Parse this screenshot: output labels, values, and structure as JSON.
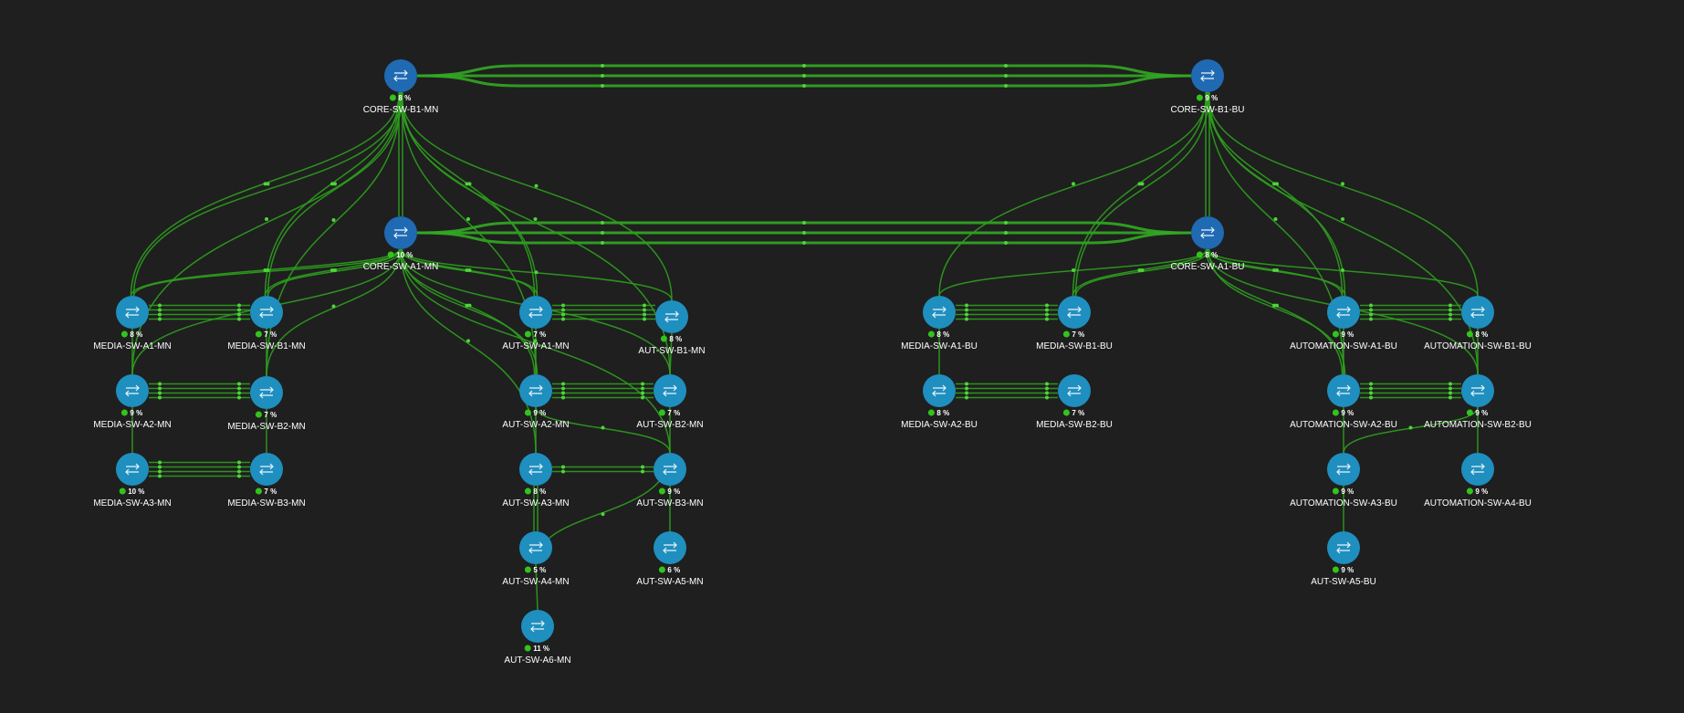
{
  "colors": {
    "background": "#1f1f1f",
    "core": "#1f6ab3",
    "access": "#1e8fbf",
    "link": "#2e9e1e",
    "status_ok": "#32c41c"
  },
  "node_icon": "switch-arrows-icon",
  "nodes": [
    {
      "id": "CORE-SW-B1-MN",
      "label": "CORE-SW-B1-MN",
      "util": "8 %",
      "kind": "core"
    },
    {
      "id": "CORE-SW-B1-BU",
      "label": "CORE-SW-B1-BU",
      "util": "9 %",
      "kind": "core"
    },
    {
      "id": "CORE-SW-A1-MN",
      "label": "CORE-SW-A1-MN",
      "util": "10 %",
      "kind": "core"
    },
    {
      "id": "CORE-SW-A1-BU",
      "label": "CORE-SW-A1-BU",
      "util": "8 %",
      "kind": "core"
    },
    {
      "id": "MEDIA-SW-A1-MN",
      "label": "MEDIA-SW-A1-MN",
      "util": "8 %",
      "kind": "access"
    },
    {
      "id": "MEDIA-SW-B1-MN",
      "label": "MEDIA-SW-B1-MN",
      "util": "7 %",
      "kind": "access"
    },
    {
      "id": "MEDIA-SW-A2-MN",
      "label": "MEDIA-SW-A2-MN",
      "util": "9 %",
      "kind": "access"
    },
    {
      "id": "MEDIA-SW-B2-MN",
      "label": "MEDIA-SW-B2-MN",
      "util": "7 %",
      "kind": "access"
    },
    {
      "id": "MEDIA-SW-A3-MN",
      "label": "MEDIA-SW-A3-MN",
      "util": "10 %",
      "kind": "access"
    },
    {
      "id": "MEDIA-SW-B3-MN",
      "label": "MEDIA-SW-B3-MN",
      "util": "7 %",
      "kind": "access"
    },
    {
      "id": "AUT-SW-A1-MN",
      "label": "AUT-SW-A1-MN",
      "util": "7 %",
      "kind": "access"
    },
    {
      "id": "AUT-SW-B1-MN",
      "label": "AUT-SW-B1-MN",
      "util": "8 %",
      "kind": "access"
    },
    {
      "id": "AUT-SW-A2-MN",
      "label": "AUT-SW-A2-MN",
      "util": "9 %",
      "kind": "access"
    },
    {
      "id": "AUT-SW-B2-MN",
      "label": "AUT-SW-B2-MN",
      "util": "7 %",
      "kind": "access"
    },
    {
      "id": "AUT-SW-A3-MN",
      "label": "AUT-SW-A3-MN",
      "util": "8 %",
      "kind": "access"
    },
    {
      "id": "AUT-SW-B3-MN",
      "label": "AUT-SW-B3-MN",
      "util": "9 %",
      "kind": "access"
    },
    {
      "id": "AUT-SW-A4-MN",
      "label": "AUT-SW-A4-MN",
      "util": "5 %",
      "kind": "access"
    },
    {
      "id": "AUT-SW-A5-MN",
      "label": "AUT-SW-A5-MN",
      "util": "6 %",
      "kind": "access"
    },
    {
      "id": "AUT-SW-A6-MN",
      "label": "AUT-SW-A6-MN",
      "util": "11 %",
      "kind": "access"
    },
    {
      "id": "MEDIA-SW-A1-BU",
      "label": "MEDIA-SW-A1-BU",
      "util": "8 %",
      "kind": "access"
    },
    {
      "id": "MEDIA-SW-B1-BU",
      "label": "MEDIA-SW-B1-BU",
      "util": "7 %",
      "kind": "access"
    },
    {
      "id": "MEDIA-SW-A2-BU",
      "label": "MEDIA-SW-A2-BU",
      "util": "8 %",
      "kind": "access"
    },
    {
      "id": "MEDIA-SW-B2-BU",
      "label": "MEDIA-SW-B2-BU",
      "util": "7 %",
      "kind": "access"
    },
    {
      "id": "AUTOMATION-SW-A1-BU",
      "label": "AUTOMATION-SW-A1-BU",
      "util": "9 %",
      "kind": "access"
    },
    {
      "id": "AUTOMATION-SW-B1-BU",
      "label": "AUTOMATION-SW-B1-BU",
      "util": "8 %",
      "kind": "access"
    },
    {
      "id": "AUTOMATION-SW-A2-BU",
      "label": "AUTOMATION-SW-A2-BU",
      "util": "9 %",
      "kind": "access"
    },
    {
      "id": "AUTOMATION-SW-B2-BU",
      "label": "AUTOMATION-SW-B2-BU",
      "util": "9 %",
      "kind": "access"
    },
    {
      "id": "AUTOMATION-SW-A3-BU",
      "label": "AUTOMATION-SW-A3-BU",
      "util": "9 %",
      "kind": "access"
    },
    {
      "id": "AUTOMATION-SW-A4-BU",
      "label": "AUTOMATION-SW-A4-BU",
      "util": "9 %",
      "kind": "access"
    },
    {
      "id": "AUT-SW-A5-BU",
      "label": "AUT-SW-A5-BU",
      "util": "9 %",
      "kind": "access"
    }
  ],
  "links": [
    [
      "CORE-SW-B1-MN",
      "CORE-SW-B1-BU",
      3
    ],
    [
      "CORE-SW-A1-MN",
      "CORE-SW-A1-BU",
      3
    ],
    [
      "CORE-SW-B1-MN",
      "CORE-SW-A1-MN",
      2
    ],
    [
      "CORE-SW-B1-BU",
      "CORE-SW-A1-BU",
      2
    ],
    [
      "MEDIA-SW-A1-MN",
      "MEDIA-SW-B1-MN",
      4
    ],
    [
      "MEDIA-SW-A2-MN",
      "MEDIA-SW-B2-MN",
      4
    ],
    [
      "MEDIA-SW-A3-MN",
      "MEDIA-SW-B3-MN",
      4
    ],
    [
      "AUT-SW-A1-MN",
      "AUT-SW-B1-MN",
      4
    ],
    [
      "AUT-SW-A2-MN",
      "AUT-SW-B2-MN",
      4
    ],
    [
      "AUT-SW-A3-MN",
      "AUT-SW-B3-MN",
      2
    ],
    [
      "MEDIA-SW-A1-BU",
      "MEDIA-SW-B1-BU",
      4
    ],
    [
      "MEDIA-SW-A2-BU",
      "MEDIA-SW-B2-BU",
      4
    ],
    [
      "AUTOMATION-SW-A1-BU",
      "AUTOMATION-SW-B1-BU",
      4
    ],
    [
      "AUTOMATION-SW-A2-BU",
      "AUTOMATION-SW-B2-BU",
      4
    ],
    [
      "MEDIA-SW-A1-MN",
      "MEDIA-SW-A2-MN",
      1
    ],
    [
      "MEDIA-SW-A2-MN",
      "MEDIA-SW-A3-MN",
      1
    ],
    [
      "MEDIA-SW-B1-MN",
      "MEDIA-SW-B2-MN",
      1
    ],
    [
      "MEDIA-SW-B2-MN",
      "MEDIA-SW-B3-MN",
      1
    ],
    [
      "AUT-SW-A1-MN",
      "AUT-SW-A2-MN",
      1
    ],
    [
      "AUT-SW-A2-MN",
      "AUT-SW-A3-MN",
      1
    ],
    [
      "AUT-SW-A3-MN",
      "AUT-SW-A4-MN",
      2
    ],
    [
      "AUT-SW-A4-MN",
      "AUT-SW-A6-MN",
      1
    ],
    [
      "AUT-SW-B1-MN",
      "AUT-SW-B2-MN",
      1
    ],
    [
      "AUT-SW-B2-MN",
      "AUT-SW-B3-MN",
      1
    ],
    [
      "AUT-SW-B3-MN",
      "AUT-SW-A5-MN",
      1
    ],
    [
      "AUT-SW-A2-MN",
      "AUT-SW-B3-MN",
      1
    ],
    [
      "AUT-SW-A4-MN",
      "AUT-SW-B3-MN",
      1
    ],
    [
      "MEDIA-SW-A1-BU",
      "MEDIA-SW-A2-BU",
      1
    ],
    [
      "AUTOMATION-SW-A1-BU",
      "AUTOMATION-SW-A2-BU",
      1
    ],
    [
      "AUTOMATION-SW-A2-BU",
      "AUTOMATION-SW-A3-BU",
      1
    ],
    [
      "AUTOMATION-SW-A3-BU",
      "AUT-SW-A5-BU",
      1
    ],
    [
      "AUTOMATION-SW-B1-BU",
      "AUTOMATION-SW-B2-BU",
      1
    ],
    [
      "AUTOMATION-SW-B2-BU",
      "AUTOMATION-SW-A4-BU",
      1
    ],
    [
      "AUTOMATION-SW-B2-BU",
      "AUTOMATION-SW-A3-BU",
      1
    ],
    [
      "CORE-SW-B1-MN",
      "MEDIA-SW-A1-MN",
      2
    ],
    [
      "CORE-SW-B1-MN",
      "MEDIA-SW-B1-MN",
      2
    ],
    [
      "CORE-SW-B1-MN",
      "MEDIA-SW-A2-MN",
      1
    ],
    [
      "CORE-SW-B1-MN",
      "MEDIA-SW-B2-MN",
      1
    ],
    [
      "CORE-SW-B1-MN",
      "AUT-SW-A1-MN",
      2
    ],
    [
      "CORE-SW-B1-MN",
      "AUT-SW-B1-MN",
      1
    ],
    [
      "CORE-SW-B1-MN",
      "AUT-SW-A2-MN",
      1
    ],
    [
      "CORE-SW-B1-MN",
      "AUT-SW-B2-MN",
      1
    ],
    [
      "CORE-SW-A1-MN",
      "MEDIA-SW-A1-MN",
      2
    ],
    [
      "CORE-SW-A1-MN",
      "MEDIA-SW-B1-MN",
      2
    ],
    [
      "CORE-SW-A1-MN",
      "MEDIA-SW-A2-MN",
      1
    ],
    [
      "CORE-SW-A1-MN",
      "MEDIA-SW-B2-MN",
      1
    ],
    [
      "CORE-SW-A1-MN",
      "AUT-SW-A1-MN",
      2
    ],
    [
      "CORE-SW-A1-MN",
      "AUT-SW-B1-MN",
      1
    ],
    [
      "CORE-SW-A1-MN",
      "AUT-SW-A2-MN",
      2
    ],
    [
      "CORE-SW-A1-MN",
      "AUT-SW-B2-MN",
      1
    ],
    [
      "CORE-SW-A1-MN",
      "AUT-SW-A3-MN",
      1
    ],
    [
      "CORE-SW-A1-MN",
      "AUT-SW-B3-MN",
      1
    ],
    [
      "CORE-SW-B1-BU",
      "MEDIA-SW-A1-BU",
      1
    ],
    [
      "CORE-SW-B1-BU",
      "MEDIA-SW-B1-BU",
      2
    ],
    [
      "CORE-SW-B1-BU",
      "AUTOMATION-SW-A1-BU",
      2
    ],
    [
      "CORE-SW-B1-BU",
      "AUTOMATION-SW-B1-BU",
      1
    ],
    [
      "CORE-SW-B1-BU",
      "AUTOMATION-SW-A2-BU",
      1
    ],
    [
      "CORE-SW-B1-BU",
      "AUTOMATION-SW-B2-BU",
      1
    ],
    [
      "CORE-SW-A1-BU",
      "MEDIA-SW-A1-BU",
      1
    ],
    [
      "CORE-SW-A1-BU",
      "MEDIA-SW-B1-BU",
      2
    ],
    [
      "CORE-SW-A1-BU",
      "AUTOMATION-SW-A1-BU",
      2
    ],
    [
      "CORE-SW-A1-BU",
      "AUTOMATION-SW-B1-BU",
      1
    ],
    [
      "CORE-SW-A1-BU",
      "AUTOMATION-SW-A2-BU",
      2
    ],
    [
      "CORE-SW-A1-BU",
      "AUTOMATION-SW-B2-BU",
      1
    ]
  ]
}
